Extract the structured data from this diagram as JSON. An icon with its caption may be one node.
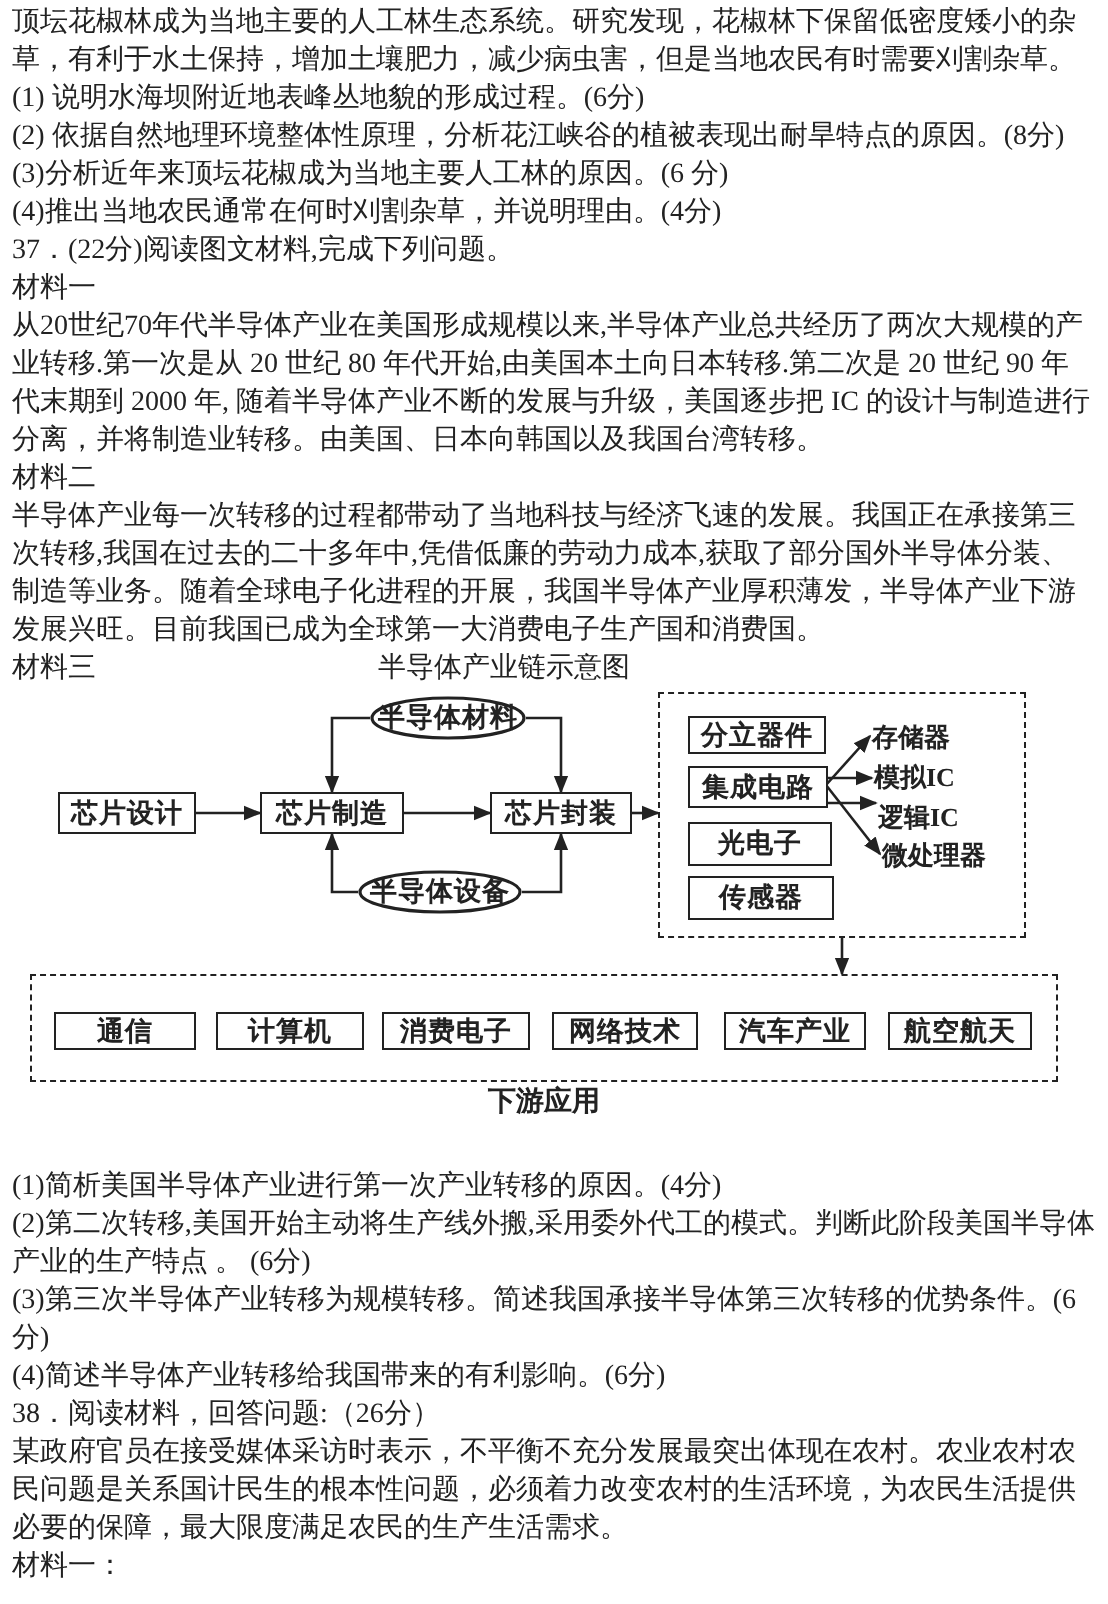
{
  "diagram": {
    "title": "半导体产业链示意图",
    "nodes": [
      {
        "text": [
          "半导体材料"
        ]
      },
      {
        "text": [
          "芯片设计"
        ]
      },
      {
        "text": [
          "芯片制造"
        ]
      },
      {
        "text": [
          "芯片封装"
        ]
      },
      {
        "text": [
          "半导体设备"
        ]
      },
      {
        "text": [],
        "shape": "box"
      },
      {
        "text": [
          "分立器件"
        ],
        "in": 5
      },
      {
        "text": [
          "集成电路"
        ],
        "in": 5
      },
      {
        "text": [
          "光电子"
        ],
        "in": 5
      },
      {
        "text": [
          "传感器"
        ],
        "in": 5
      },
      {
        "text": [
          "存储器"
        ],
        "in": 5
      },
      {
        "text": [
          "模拟IC"
        ],
        "in": 5
      },
      {
        "text": [
          "逻辑IC"
        ],
        "in": 5
      },
      {
        "text": [
          "微处理器"
        ],
        "in": 5
      },
      {
        "text": [
          "下游应用"
        ]
      },
      {
        "text": [
          "通信"
        ],
        "in": 14
      },
      {
        "text": [
          "计算机"
        ],
        "in": 14
      },
      {
        "text": [
          "消费电子"
        ],
        "in": 14
      },
      {
        "text": [
          "网络技术"
        ],
        "in": 14
      },
      {
        "text": [
          "汽车产业"
        ],
        "in": 14
      },
      {
        "text": [
          "航空航天"
        ],
        "in": 14
      }
    ],
    "edges": [
      {
        "from": 1,
        "to": 2,
        "arrow": "to"
      },
      {
        "from": 2,
        "to": 3,
        "arrow": "to"
      },
      {
        "from": 0,
        "to": 2,
        "arrow": "to"
      },
      {
        "from": 0,
        "to": 3,
        "arrow": "to"
      },
      {
        "from": 4,
        "to": 2,
        "arrow": "to"
      },
      {
        "from": 4,
        "to": 3,
        "arrow": "to"
      },
      {
        "from": 3,
        "to": 5,
        "arrow": "to"
      },
      {
        "from": 7,
        "to": 10,
        "arrow": "to"
      },
      {
        "from": 7,
        "to": 11,
        "arrow": "to"
      },
      {
        "from": 7,
        "to": 12,
        "arrow": "to"
      },
      {
        "from": 7,
        "to": 13,
        "arrow": "to"
      },
      {
        "from": 5,
        "to": 14,
        "arrow": "to"
      }
    ],
    "labels": [
      "顶坛花椒林成为当地主要的人工林生态系统。研究发现，花椒林下保留低密度矮小的杂草，有利于水土保持，增加土壤肥力，减少病虫害，但是当地农民有时需要刈割杂草。",
      "(1) 说明水海坝附近地表峰丛地貌的形成过程。(6分)",
      "(2) 依据自然地理环境整体性原理，分析花江峡谷的植被表现出耐旱特点的原因。(8分)",
      "(3)分析近年来顶坛花椒成为当地主要人工林的原因。(6 分)",
      "(4)推出当地农民通常在何时刈割杂草，并说明理由。(4分)",
      "37．(22分)阅读图文材料,完成下列问题。",
      "材料一",
      "从20世纪70年代半导体产业在美国形成规模以来,半导体产业总共经历了两次大规模的产业转移.第一次是从 20 世纪 80 年代开始,由美国本土向日本转移.第二次是 20 世纪 90 年代末期到 2000 年, 随着半导体产业不断的发展与升级，美国逐步把 IC 的设计与制造进行分离，并将制造业转移。由美国、日本向韩国以及我国台湾转移。",
      "材料二",
      "半导体产业每一次转移的过程都带动了当地科技与经济飞速的发展。我国正在承接第三次转移,我国在过去的二十多年中,凭借低廉的劳动力成本,获取了部分国外半导体分装、制造等业务。随着全球电子化进程的开展，我国半导体产业厚积薄发，半导体产业下游发展兴旺。目前我国已成为全球第一大消费电子生产国和消费国。",
      "材料三",
      "(1)简析美国半导体产业进行第一次产业转移的原因。(4分)",
      "(2)第二次转移,美国开始主动将生产线外搬,采用委外代工的模式。判断此阶段美国半导体产业的生产特点 。 (6分)",
      "(3)第三次半导体产业转移为规模转移。简述我国承接半导体第三次转移的优势条件。(6分)",
      "(4)简述半导体产业转移给我国带来的有利影响。(6分)",
      "38．阅读材料，回答问题:（26分）",
      "某政府官员在接受媒体采访时表示，不平衡不充分发展最突出体现在农村。农业农村农民问题是关系国计民生的根本性问题，必须着力改变农村的生活环境，为农民生活提供必要的保障，最大限度满足农民的生产生活需求。",
      "材料一："
    ]
  }
}
